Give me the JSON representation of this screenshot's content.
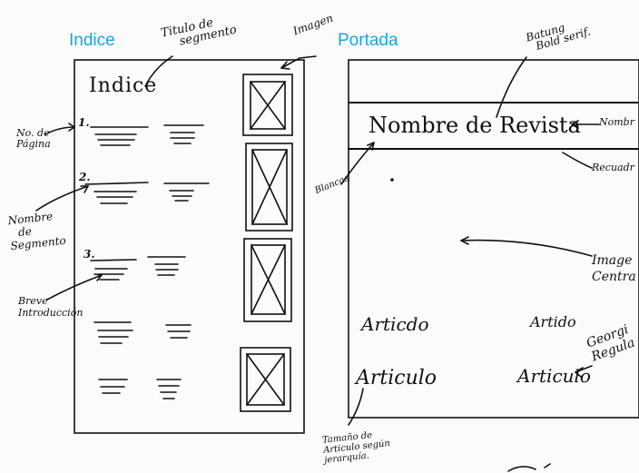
{
  "sections": {
    "indice_title": "Indice",
    "portada_title": "Portada"
  },
  "indice_panel": {
    "heading": "Indice",
    "numbers": [
      "1.",
      "2.",
      "3."
    ]
  },
  "portada_panel": {
    "masthead": "Nombre de Revista",
    "articles": [
      "Articdo",
      "Artido",
      "Articulo",
      "Articulo"
    ]
  },
  "annotations": {
    "titulo_segmento_1": "Titulo de",
    "titulo_segmento_2": "segmento",
    "imagen": "Imagen",
    "no_pagina_1": "No. de",
    "no_pagina_2": "Página",
    "nombre_segmento_1": "Nombre",
    "nombre_segmento_2": "de",
    "nombre_segmento_3": "Segmento",
    "breve_1": "Breve",
    "breve_2": "Introducción",
    "batung_1": "Batung",
    "batung_2": "Bold serif.",
    "nombre_right": "Nombr",
    "recuadro": "Recuadr",
    "blancas": "Blancas",
    "imagen_central_1": "Image",
    "imagen_central_2": "Centra",
    "georgia_1": "Georgi",
    "georgia_2": "Regula",
    "tamano_1": "Tamaño de",
    "tamano_2": "Articulo según",
    "tamano_3": "jerarquía."
  }
}
